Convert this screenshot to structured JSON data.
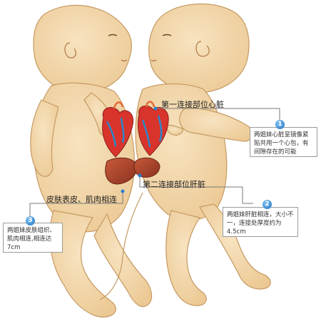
{
  "labels": {
    "heart": "第一连接部位心脏",
    "liver": "第二连接部位肝脏",
    "skin": "皮肤表皮、肌肉相连"
  },
  "notes": [
    {
      "number": "1",
      "text": "两姐妹心脏呈镜像紧贴共用一个心包，有间隙存在的可能"
    },
    {
      "number": "2",
      "text": "两姐妹肝脏相连，大小不一，连接处厚度约为4.5cm"
    },
    {
      "number": "3",
      "text": "两姐妹皮肤组织、肌肉相连,相连达7cm"
    }
  ],
  "colors": {
    "skin": "#f1d6a8",
    "skin_outline": "#c59a63",
    "liver": "#a8432a",
    "heart_red": "#d8342c",
    "heart_blue": "#2f86c9",
    "badge": "#2a7fcf"
  }
}
